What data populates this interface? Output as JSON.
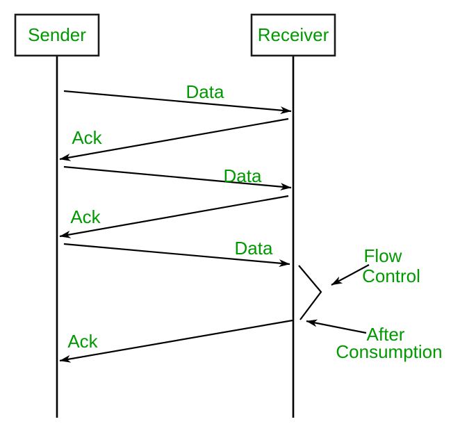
{
  "diagram": {
    "type": "sequence-diagram",
    "actors": [
      {
        "id": "sender",
        "label": "Sender"
      },
      {
        "id": "receiver",
        "label": "Receiver"
      }
    ],
    "messages": [
      {
        "from": "Sender",
        "to": "Receiver",
        "label": "Data"
      },
      {
        "from": "Receiver",
        "to": "Sender",
        "label": "Ack"
      },
      {
        "from": "Sender",
        "to": "Receiver",
        "label": "Data"
      },
      {
        "from": "Receiver",
        "to": "Sender",
        "label": "Ack"
      },
      {
        "from": "Sender",
        "to": "Receiver",
        "label": "Data"
      },
      {
        "from": "Receiver",
        "to": "Sender",
        "label": "Ack"
      }
    ],
    "annotations": [
      {
        "text": "Flow Control",
        "line1": "Flow",
        "line2": "Control",
        "points_to": "processing-delay-brace"
      },
      {
        "text": "After Consumption",
        "line1": "After",
        "line2": "Consumption",
        "points_to": "ack-origin-point"
      }
    ],
    "colors": {
      "label_green": "#009900",
      "line_black": "#000000",
      "background": "#ffffff"
    }
  }
}
